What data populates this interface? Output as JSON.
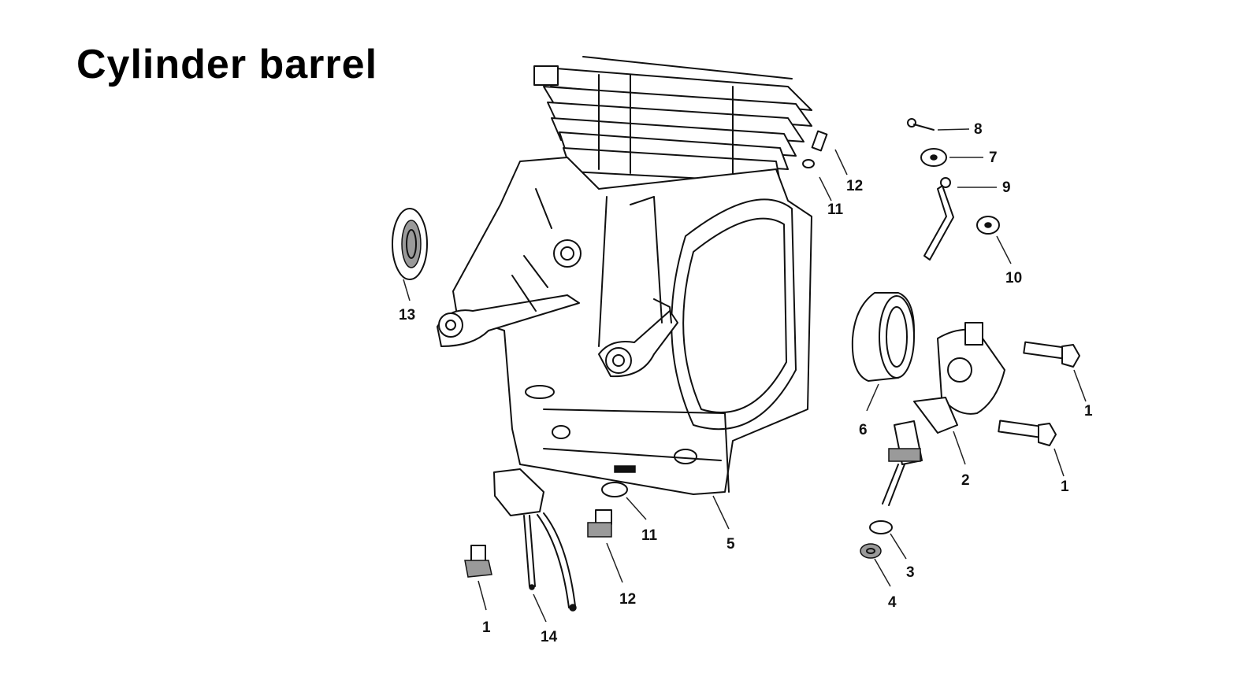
{
  "title": "Cylinder barrel",
  "callouts": [
    {
      "id": "13",
      "text": "13"
    },
    {
      "id": "12a",
      "text": "12"
    },
    {
      "id": "11a",
      "text": "11"
    },
    {
      "id": "8",
      "text": "8"
    },
    {
      "id": "7",
      "text": "7"
    },
    {
      "id": "9",
      "text": "9"
    },
    {
      "id": "10",
      "text": "10"
    },
    {
      "id": "6",
      "text": "6"
    },
    {
      "id": "1a",
      "text": "1"
    },
    {
      "id": "1b",
      "text": "1"
    },
    {
      "id": "2",
      "text": "2"
    },
    {
      "id": "5",
      "text": "5"
    },
    {
      "id": "11b",
      "text": "11"
    },
    {
      "id": "12b",
      "text": "12"
    },
    {
      "id": "3",
      "text": "3"
    },
    {
      "id": "4",
      "text": "4"
    },
    {
      "id": "1c",
      "text": "1"
    },
    {
      "id": "14",
      "text": "14"
    }
  ]
}
